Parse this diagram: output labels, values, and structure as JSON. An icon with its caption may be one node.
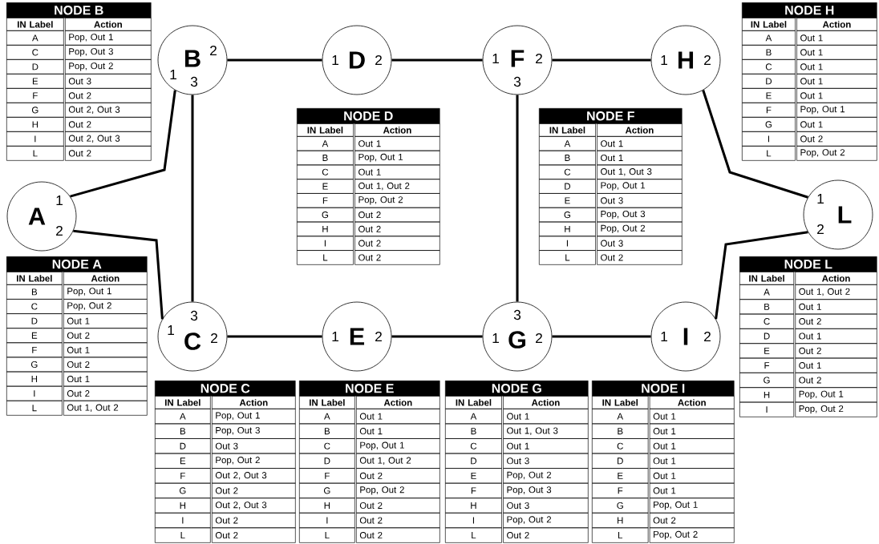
{
  "diagram": {
    "nodes": [
      {
        "text": [
          "B",
          "2",
          "1",
          "3"
        ]
      },
      {
        "text": [
          "1",
          "D",
          "2"
        ]
      },
      {
        "text": [
          "1",
          "F",
          "2",
          "3"
        ]
      },
      {
        "text": [
          "1",
          "H",
          "2"
        ]
      },
      {
        "text": [
          "A",
          "1",
          "2"
        ]
      },
      {
        "text": [
          "1",
          "L",
          "2"
        ]
      },
      {
        "text": [
          "3",
          "1",
          "C",
          "2"
        ]
      },
      {
        "text": [
          "1",
          "E",
          "2"
        ]
      },
      {
        "text": [
          "3",
          "1",
          "G",
          "2"
        ]
      },
      {
        "text": [
          "1",
          "I",
          "2"
        ]
      }
    ],
    "edges": [
      {
        "from": 0,
        "to": 1,
        "arrow": "none"
      },
      {
        "from": 1,
        "to": 2,
        "arrow": "none"
      },
      {
        "from": 2,
        "to": 3,
        "arrow": "none"
      },
      {
        "from": 4,
        "to": 0,
        "arrow": "none"
      },
      {
        "from": 0,
        "to": 6,
        "arrow": "none"
      },
      {
        "from": 4,
        "to": 6,
        "arrow": "none"
      },
      {
        "from": 2,
        "to": 8,
        "arrow": "none"
      },
      {
        "from": 3,
        "to": 5,
        "arrow": "none"
      },
      {
        "from": 5,
        "to": 9,
        "arrow": "none"
      },
      {
        "from": 6,
        "to": 7,
        "arrow": "none"
      },
      {
        "from": 7,
        "to": 8,
        "arrow": "none"
      },
      {
        "from": 8,
        "to": 9,
        "arrow": "none"
      }
    ],
    "labels": [
      "NODE B",
      "IN Label",
      "Action",
      "A",
      "Pop, Out 1",
      "C",
      "Pop, Out 3",
      "D",
      "Pop, Out 2",
      "E",
      "Out 3",
      "F",
      "Out 2",
      "G",
      "Out 2, Out 3",
      "H",
      "Out 2",
      "I",
      "Out 2, Out 3",
      "L",
      "Out 2",
      "NODE H",
      "IN Label",
      "Action",
      "A",
      "Out 1",
      "B",
      "Out 1",
      "C",
      "Out 1",
      "D",
      "Out 1",
      "E",
      "Out 1",
      "F",
      "Pop, Out 1",
      "G",
      "Out 1",
      "I",
      "Out 2",
      "L",
      "Pop, Out 2",
      "NODE D",
      "IN Label",
      "Action",
      "A",
      "Out 1",
      "B",
      "Pop, Out 1",
      "C",
      "Out 1",
      "E",
      "Out 1, Out 2",
      "F",
      "Pop, Out 2",
      "G",
      "Out 2",
      "H",
      "Out 2",
      "I",
      "Out 2",
      "L",
      "Out 2",
      "NODE F",
      "IN Label",
      "Action",
      "A",
      "Out 1",
      "B",
      "Out 1",
      "C",
      "Out 1, Out 3",
      "D",
      "Pop, Out 1",
      "E",
      "Out 3",
      "G",
      "Pop, Out 3",
      "H",
      "Pop, Out 2",
      "I",
      "Out 3",
      "L",
      "Out 2",
      "NODE A",
      "IN Label",
      "Action",
      "B",
      "Pop, Out 1",
      "C",
      "Pop, Out 2",
      "D",
      "Out 1",
      "E",
      "Out 2",
      "F",
      "Out 1",
      "G",
      "Out 2",
      "H",
      "Out 1",
      "I",
      "Out 2",
      "L",
      "Out 1, Out 2",
      "NODE L",
      "IN Label",
      "Action",
      "A",
      "Out 1, Out 2",
      "B",
      "Out 1",
      "C",
      "Out 2",
      "D",
      "Out 1",
      "E",
      "Out 2",
      "F",
      "Out 1",
      "G",
      "Out 2",
      "H",
      "Pop, Out 1",
      "I",
      "Pop, Out 2",
      "NODE C",
      "IN Label",
      "Action",
      "A",
      "Pop, Out 1",
      "B",
      "Pop, Out 3",
      "D",
      "Out 3",
      "E",
      "Pop, Out 2",
      "F",
      "Out 2, Out 3",
      "G",
      "Out 2",
      "H",
      "Out 2, Out 3",
      "I",
      "Out 2",
      "L",
      "Out 2",
      "NODE E",
      "IN Label",
      "Action",
      "A",
      "Out 1",
      "B",
      "Out 1",
      "C",
      "Pop, Out 1",
      "D",
      "Out 1, Out 2",
      "F",
      "Out 2",
      "G",
      "Pop, Out 2",
      "H",
      "Out 2",
      "I",
      "Out 2",
      "L",
      "Out 2",
      "NODE G",
      "IN Label",
      "Action",
      "A",
      "Out 1",
      "B",
      "Out 1, Out 3",
      "C",
      "Out 1",
      "D",
      "Out 3",
      "E",
      "Pop, Out 2",
      "F",
      "Pop, Out 3",
      "H",
      "Out 3",
      "I",
      "Pop, Out 2",
      "L",
      "Out 2",
      "NODE I",
      "IN Label",
      "Action",
      "A",
      "Out 1",
      "B",
      "Out 1",
      "C",
      "Out 1",
      "D",
      "Out 1",
      "E",
      "Out 1",
      "F",
      "Out 1",
      "G",
      "Pop, Out 1",
      "H",
      "Out 2",
      "L",
      "Pop, Out 2"
    ]
  }
}
